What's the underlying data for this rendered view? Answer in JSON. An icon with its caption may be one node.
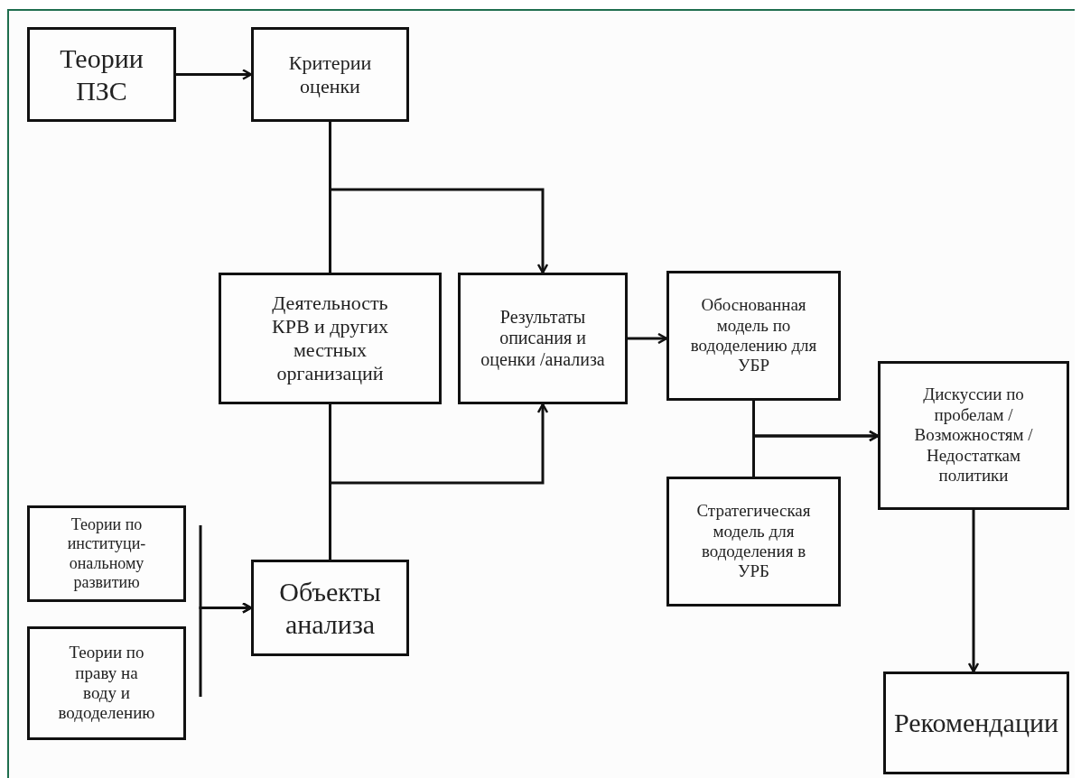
{
  "diagram": {
    "nodes": [
      {
        "text": [
          "Теории ПЗС"
        ]
      },
      {
        "text": [
          "Критерии оценки"
        ]
      },
      {
        "text": [
          "Деятельность КРВ и других местных организаций"
        ]
      },
      {
        "text": [
          "Результаты описания и оценки /анализа"
        ]
      },
      {
        "text": [
          "Обоснованная модель по вододелению для УБР"
        ]
      },
      {
        "text": [
          "Стратегическая модель для вододеления в УРБ"
        ]
      },
      {
        "text": [
          "Дискуссии по пробелам / Возможностям / Недостаткам политики"
        ]
      },
      {
        "text": [
          "Теории по институци-ональному развитию"
        ]
      },
      {
        "text": [
          "Теории по праву на воду и вододелению"
        ]
      },
      {
        "text": [
          "Объекты анализа"
        ]
      },
      {
        "text": [
          "Рекомендации"
        ]
      }
    ],
    "edges": [
      {
        "from": 0,
        "to": 1,
        "arrow": "to"
      },
      {
        "from": 1,
        "to": 2,
        "arrow": "none"
      },
      {
        "from": 1,
        "to": 3,
        "arrow": "to"
      },
      {
        "from": 9,
        "to": 2,
        "arrow": "none"
      },
      {
        "from": 9,
        "to": 3,
        "arrow": "to"
      },
      {
        "from": 3,
        "to": 4,
        "arrow": "to"
      },
      {
        "from": 4,
        "to": 6,
        "arrow": "to"
      },
      {
        "from": 5,
        "to": 6,
        "arrow": "to"
      },
      {
        "from": 7,
        "to": 9,
        "arrow": "to"
      },
      {
        "from": 8,
        "to": 9,
        "arrow": "to"
      },
      {
        "from": 6,
        "to": 10,
        "arrow": "to"
      }
    ]
  }
}
